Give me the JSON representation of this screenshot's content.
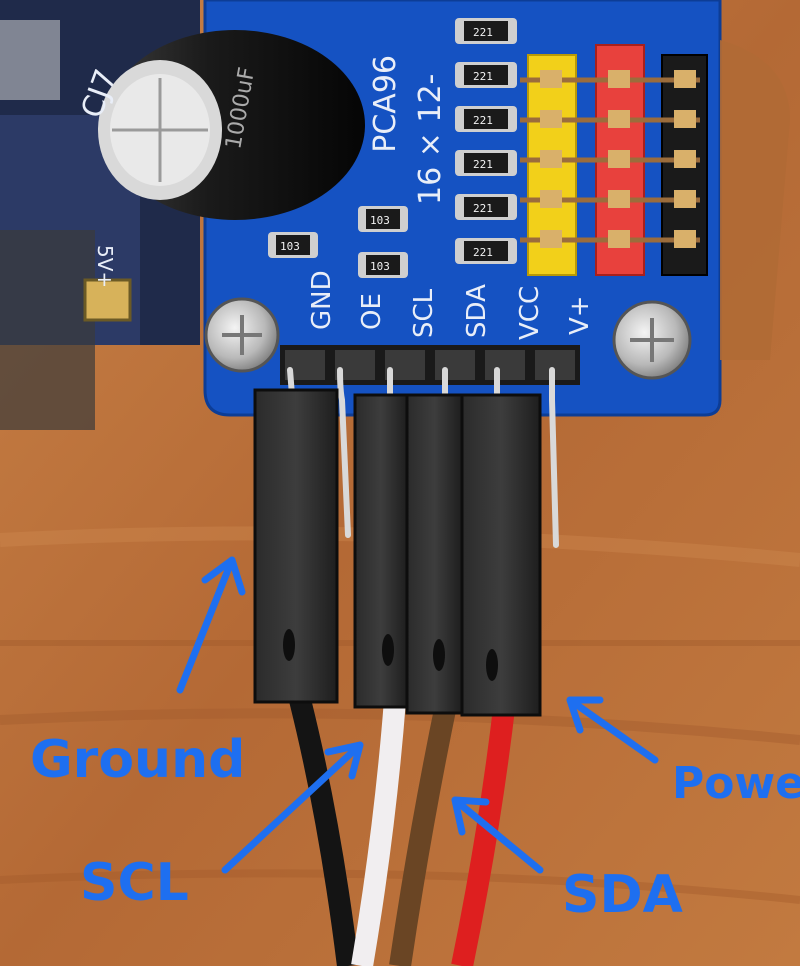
{
  "board": {
    "chip_label": "PCA96",
    "chip_label_2": "16 × 12-",
    "power_label": "5V+",
    "capacitor_brand": "CJ7",
    "capacitor_value": "1000uF",
    "resistor_code_large": "221",
    "resistor_code_small": "103",
    "pin_labels": [
      "GND",
      "OE",
      "SCL",
      "SDA",
      "VCC",
      "V+"
    ]
  },
  "wires": [
    {
      "signal": "GND",
      "color": "#141414"
    },
    {
      "signal": "SCL",
      "color": "#f1eef0"
    },
    {
      "signal": "SDA",
      "color": "#6a4524"
    },
    {
      "signal": "VCC",
      "color": "#de1f1f"
    }
  ],
  "annotations": {
    "color": "#1e6ff0",
    "ground": "Ground",
    "scl": "SCL",
    "sda": "SDA",
    "power": "Power"
  }
}
